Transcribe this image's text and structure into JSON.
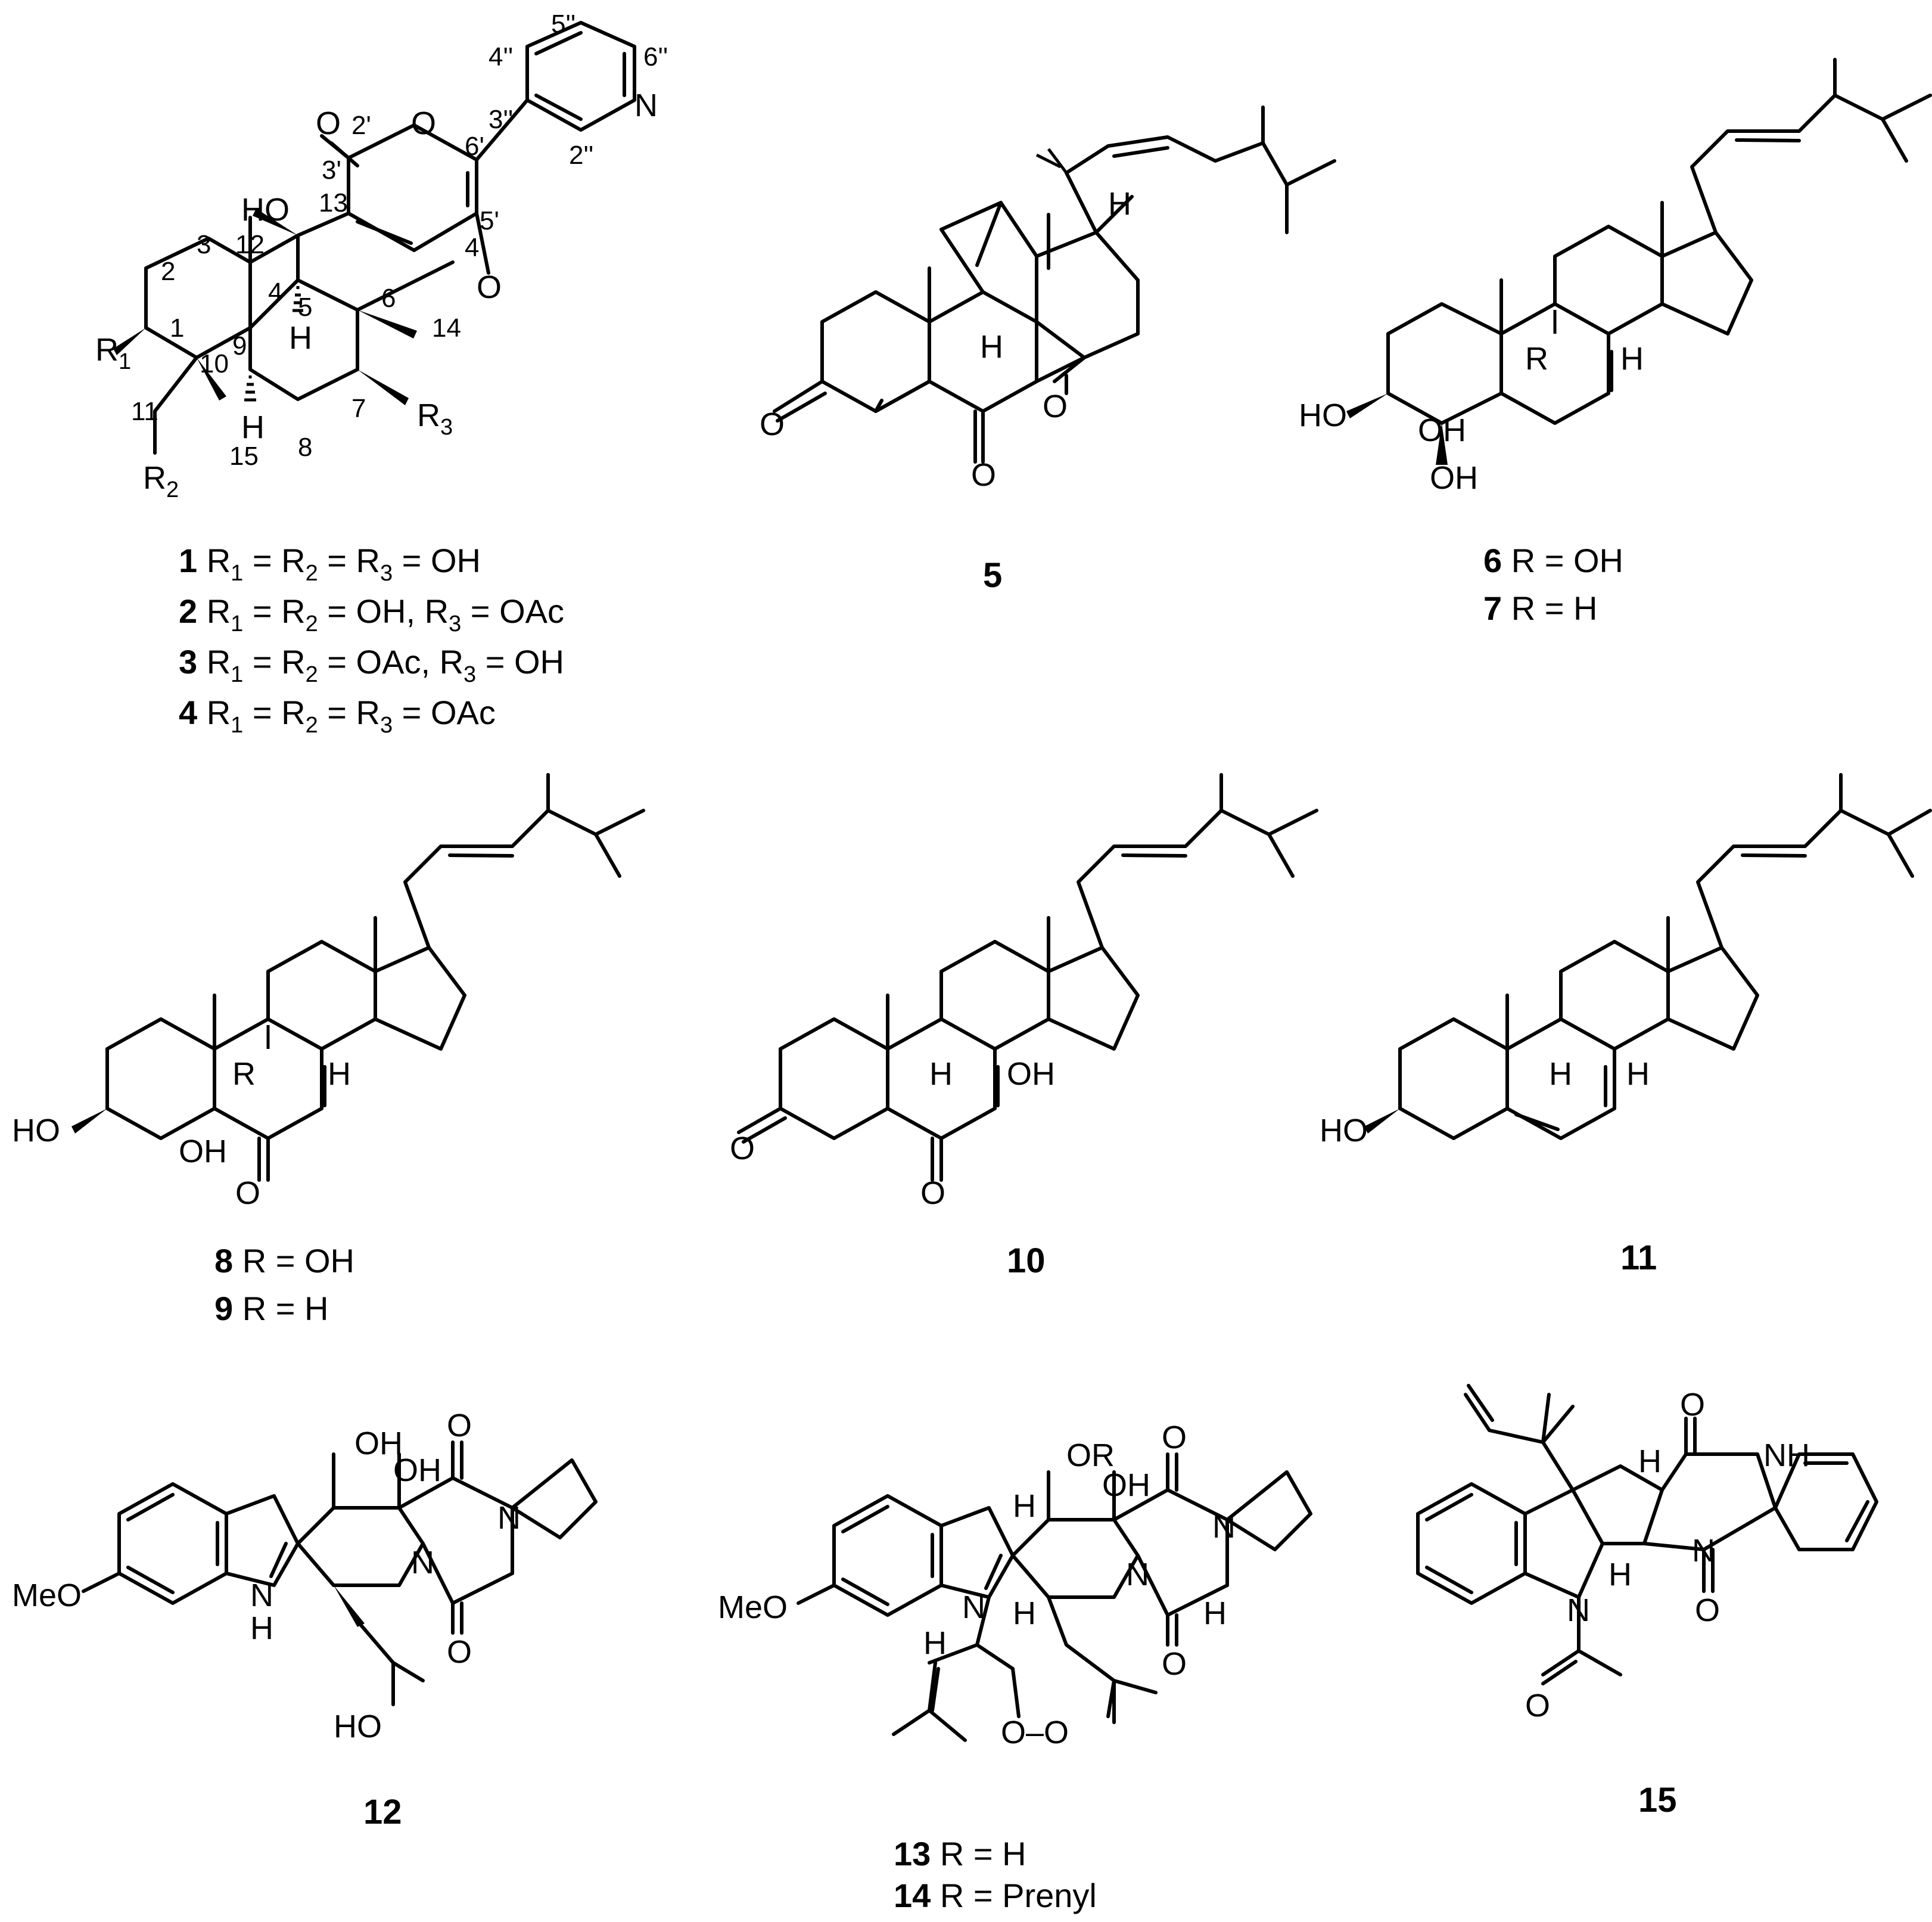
{
  "compound1": {
    "atoms": {
      "carbonyl_o": "O",
      "ring_o": "O",
      "n": "N",
      "ho": "HO",
      "ether_o": "O",
      "h5": "H",
      "h9": "H",
      "r1": "R",
      "r1_sub": "1",
      "r2": "R",
      "r2_sub": "2",
      "r3": "R",
      "r3_sub": "3"
    },
    "numbering": [
      "2'",
      "6'",
      "4''",
      "5''",
      "6''",
      "3''",
      "2''",
      "13",
      "3'",
      "4'",
      "5'",
      "12",
      "3",
      "5",
      "6",
      "2",
      "4",
      "14",
      "1",
      "10",
      "9",
      "7",
      "8",
      "11",
      "15"
    ]
  },
  "legend_1_4": [
    {
      "num": "1",
      "text": " R",
      "parts": [
        {
          "t": "R",
          "s": "1"
        },
        {
          "t": " = R",
          "s": "2"
        },
        {
          "t": " = R",
          "s": "3"
        },
        {
          "t": " = OH",
          "s": ""
        }
      ]
    },
    {
      "num": "2",
      "parts": [
        {
          "t": "R",
          "s": "1"
        },
        {
          "t": " = R",
          "s": "2"
        },
        {
          "t": " = OH, R",
          "s": "3"
        },
        {
          "t": " = OAc",
          "s": ""
        }
      ]
    },
    {
      "num": "3",
      "parts": [
        {
          "t": "R",
          "s": "1"
        },
        {
          "t": " = R",
          "s": "2"
        },
        {
          "t": " = OAc, R",
          "s": "3"
        },
        {
          "t": " = OH",
          "s": ""
        }
      ]
    },
    {
      "num": "4",
      "parts": [
        {
          "t": "R",
          "s": "1"
        },
        {
          "t": " = R",
          "s": "2"
        },
        {
          "t": " = R",
          "s": "3"
        },
        {
          "t": " = OAc",
          "s": ""
        }
      ]
    }
  ],
  "compound5": {
    "label": "5",
    "atoms": {
      "o1": "O",
      "o2": "O",
      "o3": "O",
      "h1": "H",
      "h2": "H"
    }
  },
  "compound6_7": {
    "atoms": {
      "ho": "HO",
      "oh1": "OH",
      "oh2": "OH",
      "r": "R",
      "h": "H"
    },
    "legend": [
      {
        "num": "6",
        "text": " R = OH"
      },
      {
        "num": "7",
        "text": " R = H"
      }
    ]
  },
  "compound8_9": {
    "atoms": {
      "ho": "HO",
      "oh": "OH",
      "o": "O",
      "r": "R",
      "h": "H"
    },
    "legend": [
      {
        "num": "8",
        "text": " R = OH"
      },
      {
        "num": "9",
        "text": " R = H"
      }
    ]
  },
  "compound10": {
    "label": "10",
    "atoms": {
      "o1": "O",
      "o2": "O",
      "oh": "OH",
      "h": "H"
    }
  },
  "compound11": {
    "label": "11",
    "atoms": {
      "ho": "HO",
      "h1": "H",
      "h2": "H"
    }
  },
  "compound12": {
    "label": "12",
    "atoms": {
      "oh1": "OH",
      "oh2": "OH",
      "o1": "O",
      "o2": "O",
      "n1": "N",
      "n2": "N",
      "nh_n": "N",
      "nh_h": "H",
      "meo": "MeO",
      "ho": "HO"
    }
  },
  "compound13_14": {
    "atoms": {
      "or": "OR",
      "oh": "OH",
      "h1": "H",
      "o1": "O",
      "o2": "O",
      "n1": "N",
      "n2": "N",
      "n3": "N",
      "meo": "MeO",
      "h2": "H",
      "h3": "H",
      "h4": "H",
      "oo": "O–O"
    },
    "legend": [
      {
        "num": "13",
        "text": " R = H"
      },
      {
        "num": "14",
        "text": " R = Prenyl"
      }
    ]
  },
  "compound15": {
    "label": "15",
    "atoms": {
      "o1": "O",
      "nh": "NH",
      "h1": "H",
      "n1": "N",
      "n2": "N",
      "h2": "H",
      "o2": "O",
      "o3": "O"
    }
  }
}
